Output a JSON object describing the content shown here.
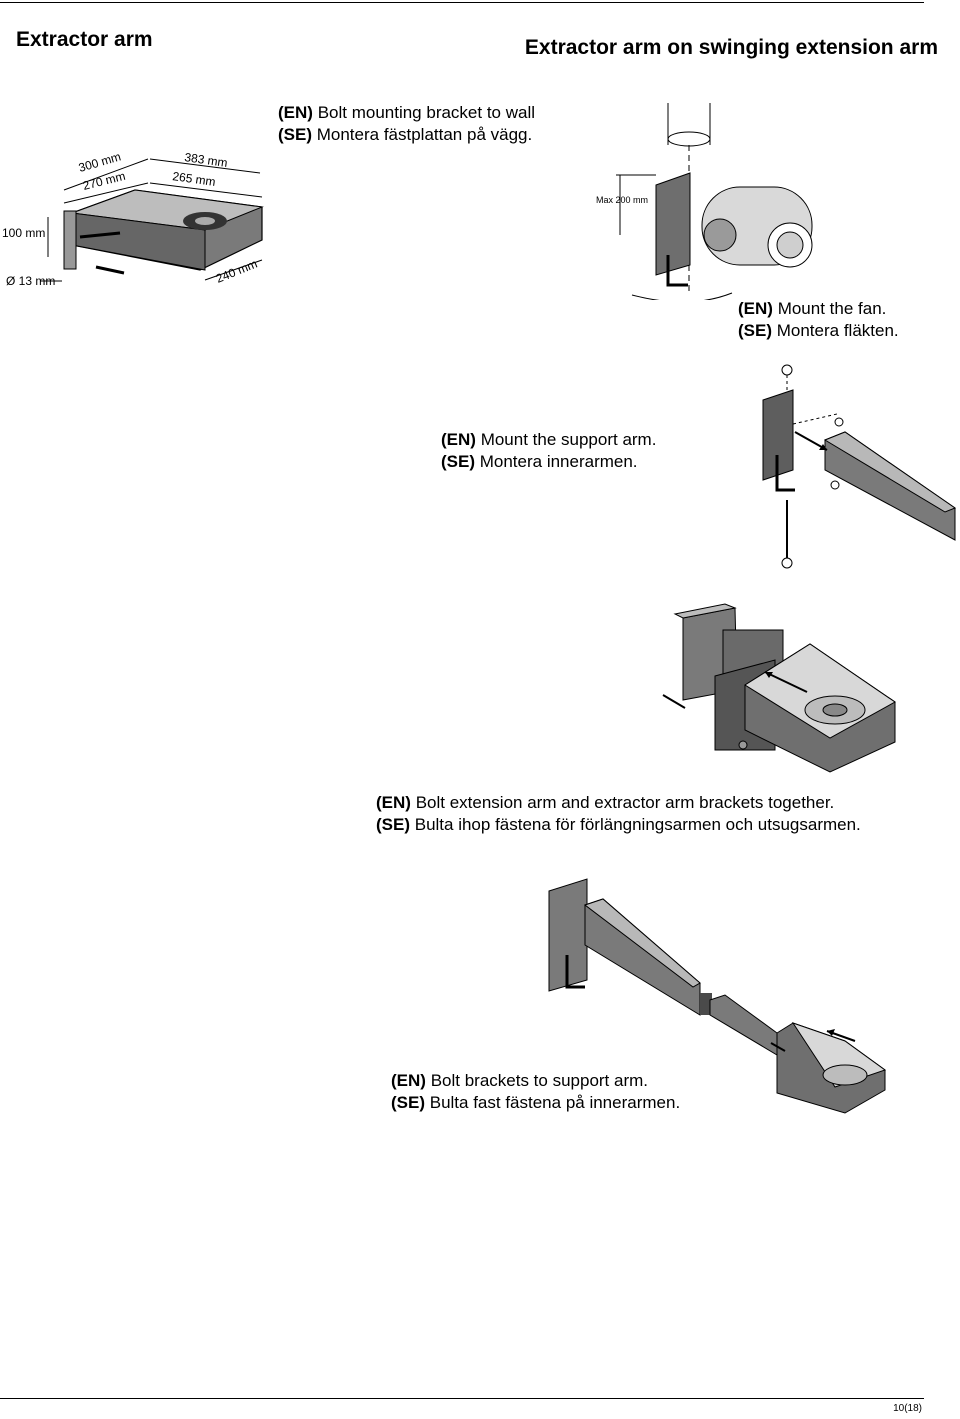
{
  "header": {
    "left_title": "Extractor arm",
    "right_title": "Extractor arm on swinging extension arm"
  },
  "steps": [
    {
      "en_tag": "(EN)",
      "en_text": "Bolt mounting bracket to wall",
      "se_tag": "(SE)",
      "se_text": "Montera fästplattan på vägg."
    },
    {
      "en_tag": "(EN)",
      "en_text": "Mount the fan.",
      "se_tag": "(SE)",
      "se_text": "Montera fläkten."
    },
    {
      "en_tag": "(EN)",
      "en_text": "Mount the support arm.",
      "se_tag": "(SE)",
      "se_text": "Montera innerarmen."
    },
    {
      "en_tag": "(EN)",
      "en_text": "Bolt extension arm and extractor arm brackets together.",
      "se_tag": "(SE)",
      "se_text": "Bulta ihop fästena för förlängningsarmen och utsugsarmen."
    },
    {
      "en_tag": "(EN)",
      "en_text": "Bolt brackets to support arm.",
      "se_tag": "(SE)",
      "se_text": "Bulta fast fästena på innerarmen."
    }
  ],
  "figure1": {
    "dim_300": "300 mm",
    "dim_270": "270 mm",
    "dim_383": "383 mm",
    "dim_265": "265 mm",
    "dim_100": "100 mm",
    "dim_13": "Ø 13 mm",
    "dim_240": "240 mm"
  },
  "figure2": {
    "max_label": "Max 200 mm"
  },
  "footer": {
    "page": "10(18)"
  }
}
